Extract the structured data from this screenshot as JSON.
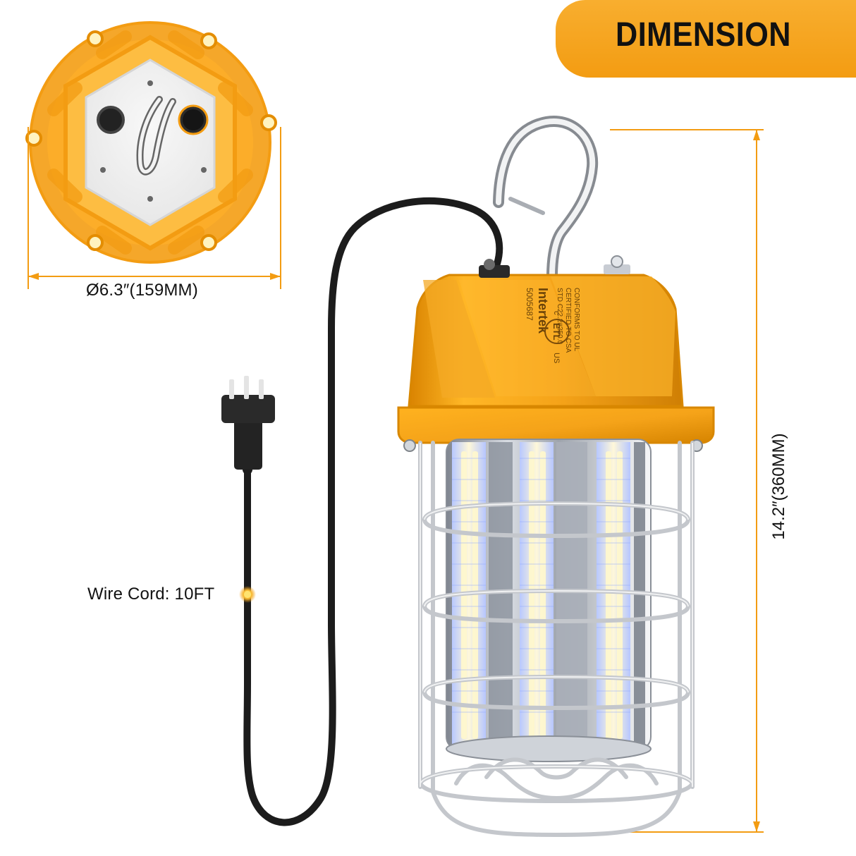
{
  "header": {
    "title": "DIMENSION"
  },
  "dimensions": {
    "diameter": "Ø6.3″(159MM)",
    "height": "14.2″(360MM)",
    "wire_cord": "Wire Cord: 10FT"
  },
  "product_marks": {
    "brand": "Intertek",
    "certificate_number": "5005687",
    "certification_lines": [
      "CONFORMS TO UL",
      "CERTIFIED TO CSA",
      "STD C22.2#250.0"
    ],
    "country_marks": [
      "c",
      "US"
    ],
    "logo_text": "ETL"
  },
  "colors": {
    "accent": "#f39c12",
    "highlight": "#f8ae2f",
    "dimension_line": "#f39c12",
    "cord": "#1c1c1c",
    "cage": "#c4c7cc",
    "led": "#fff5cc"
  },
  "icons": {
    "dimension_mark": "dimension-line-icon",
    "cord_pointer": "pointer-dot-icon"
  }
}
